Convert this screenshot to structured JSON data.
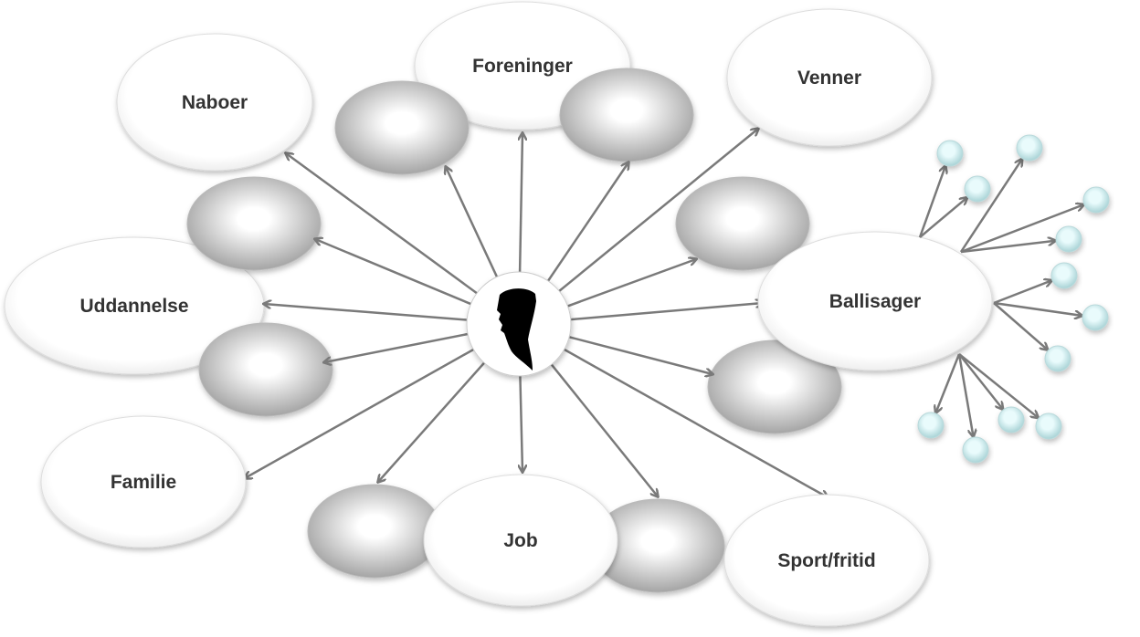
{
  "center": {
    "icon": "person-silhouette-icon"
  },
  "nodes": [
    {
      "id": "naboer",
      "label": "Naboer"
    },
    {
      "id": "foreninger",
      "label": "Foreninger"
    },
    {
      "id": "venner",
      "label": "Venner"
    },
    {
      "id": "uddannelse",
      "label": "Uddannelse"
    },
    {
      "id": "ballisager",
      "label": "Ballisager"
    },
    {
      "id": "familie",
      "label": "Familie"
    },
    {
      "id": "job",
      "label": "Job"
    },
    {
      "id": "sport",
      "label": "Sport/fritid"
    }
  ],
  "colors": {
    "arrow": "#7a7a7a",
    "small_node": "#d8f3f5",
    "text": "#333333"
  }
}
